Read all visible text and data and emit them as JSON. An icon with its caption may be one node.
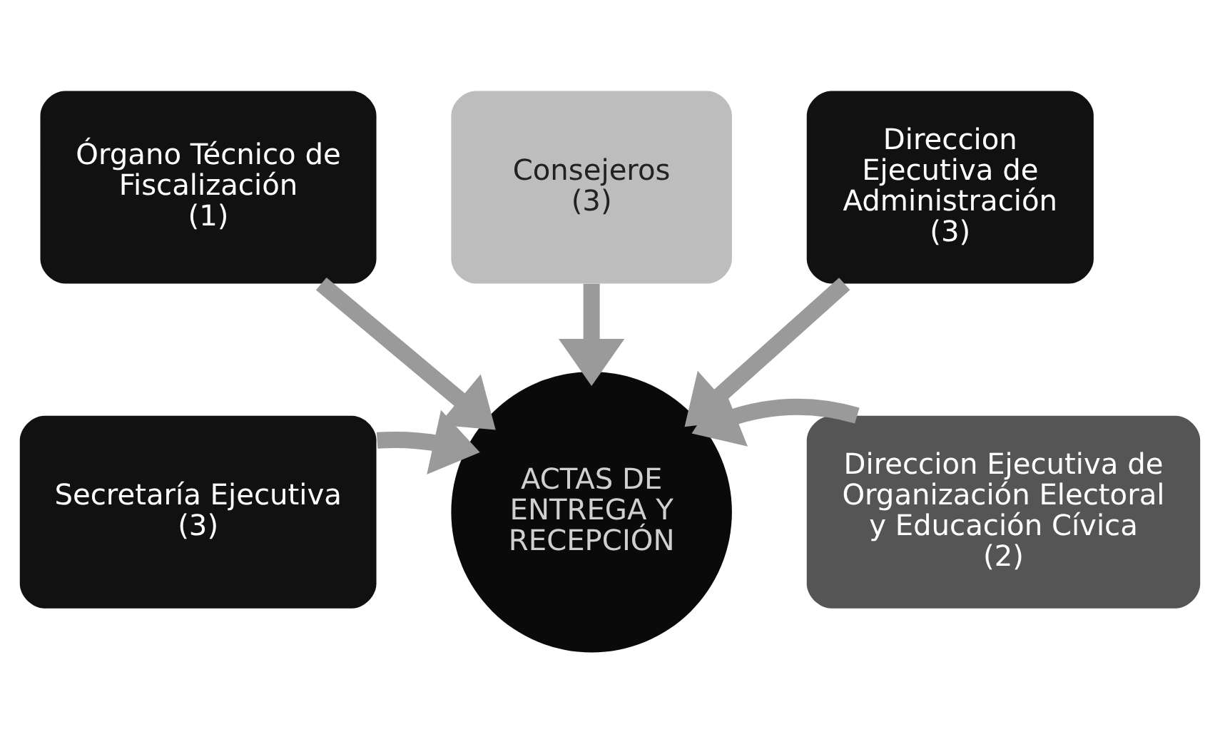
{
  "diagram": {
    "nodes": [
      {
        "text": [
          "Órgano Técnico de Fiscalización",
          "(1)"
        ]
      },
      {
        "text": [
          "Consejeros",
          "(3)"
        ]
      },
      {
        "text": [
          "Direccion Ejecutiva de Administración",
          "(3)"
        ]
      },
      {
        "text": [
          "Secretaría Ejecutiva",
          "(3)"
        ]
      },
      {
        "text": [
          "ACTAS DE ENTREGA Y RECEPCIÓN"
        ]
      },
      {
        "text": [
          "Direccion Ejecutiva de Organización Electoral y Educación Cívica",
          "(2)"
        ]
      }
    ],
    "edges": [
      {
        "from": 0,
        "to": 4,
        "arrow": "to"
      },
      {
        "from": 1,
        "to": 4,
        "arrow": "to"
      },
      {
        "from": 2,
        "to": 4,
        "arrow": "to"
      },
      {
        "from": 3,
        "to": 4,
        "arrow": "to"
      },
      {
        "from": 5,
        "to": 4,
        "arrow": "to"
      }
    ]
  }
}
